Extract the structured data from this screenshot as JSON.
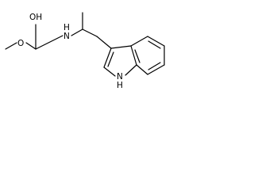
{
  "structure": {
    "atom_labels": {
      "hydroxyl": "OH",
      "methoxy_o": "O",
      "carbamate_n": "N",
      "amine_h": "H",
      "indole_n": "N",
      "indole_h": "H"
    },
    "bond_color": "#000000",
    "label_color": "#000000",
    "background": "#ffffff"
  }
}
